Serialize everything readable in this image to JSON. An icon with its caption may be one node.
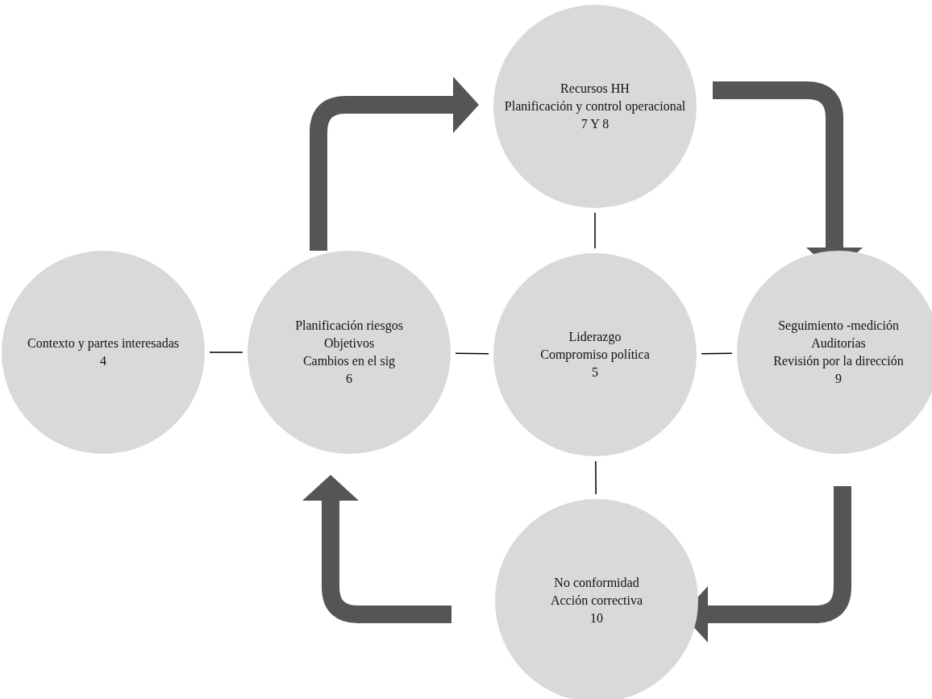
{
  "diagram": {
    "nodes": [
      {
        "text": [
          "Contexto y partes interesadas",
          "4"
        ]
      },
      {
        "text": [
          "Planificación riesgos",
          "Objetivos",
          "Cambios en el sig",
          "6"
        ]
      },
      {
        "text": [
          "Recursos HH",
          "Planificación y control operacional",
          "7 Y 8"
        ]
      },
      {
        "text": [
          "Liderazgo",
          "Compromiso política",
          "5"
        ]
      },
      {
        "text": [
          "Seguimiento -medición",
          "Auditorías",
          "Revisión por la dirección",
          "9"
        ]
      },
      {
        "text": [
          "No conformidad",
          "Acción correctiva",
          "10"
        ]
      }
    ],
    "edges": [
      {
        "from": 0,
        "to": 1,
        "arrow": "none"
      },
      {
        "from": 1,
        "to": 3,
        "arrow": "none"
      },
      {
        "from": 2,
        "to": 3,
        "arrow": "none"
      },
      {
        "from": 3,
        "to": 4,
        "arrow": "none"
      },
      {
        "from": 3,
        "to": 5,
        "arrow": "none"
      },
      {
        "from": 1,
        "to": 2,
        "arrow": "to",
        "style": "thick",
        "color": "#555555"
      },
      {
        "from": 2,
        "to": 4,
        "arrow": "to",
        "style": "thick",
        "color": "#555555"
      },
      {
        "from": 4,
        "to": 5,
        "arrow": "to",
        "style": "thick",
        "color": "#555555"
      },
      {
        "from": 5,
        "to": 1,
        "arrow": "to",
        "style": "thick",
        "color": "#555555"
      }
    ]
  }
}
